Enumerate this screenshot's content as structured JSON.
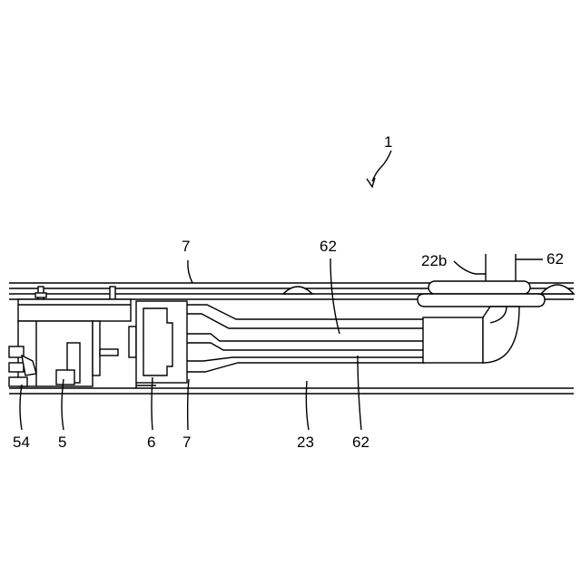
{
  "figure": {
    "labels": {
      "assembly": "1",
      "part_7_top": "7",
      "part_62_top": "62",
      "part_22b": "22b",
      "part_62_right": "62",
      "part_54": "54",
      "part_5": "5",
      "part_6": "6",
      "part_7_bottom": "7",
      "part_23": "23",
      "part_62_bottom": "62"
    }
  }
}
